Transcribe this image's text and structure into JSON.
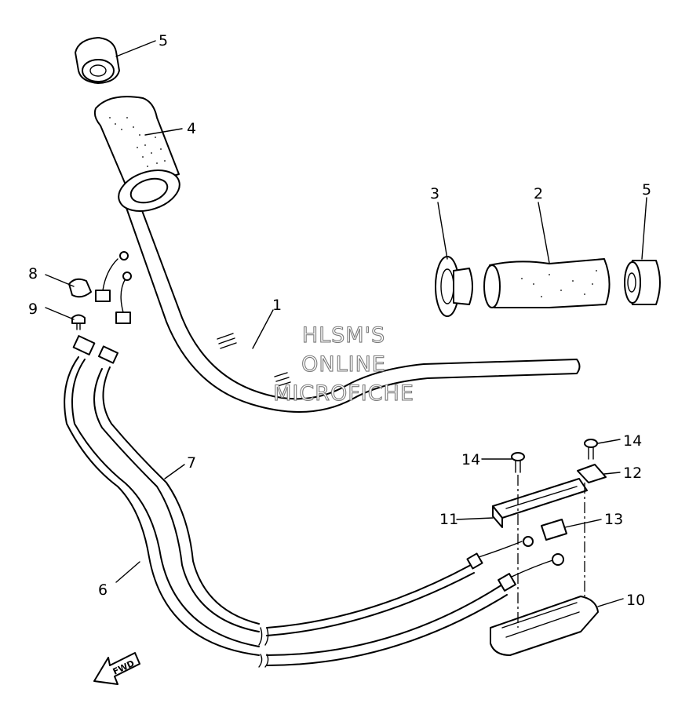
{
  "callouts": {
    "c1": "1",
    "c2": "2",
    "c3": "3",
    "c4": "4",
    "c5a": "5",
    "c5b": "5",
    "c6": "6",
    "c7": "7",
    "c8": "8",
    "c9": "9",
    "c10": "10",
    "c11": "11",
    "c12": "12",
    "c13": "13",
    "c14a": "14",
    "c14b": "14"
  },
  "watermark": {
    "line1": "HLSM'S",
    "line2": "ONLINE",
    "line3": "MICROFICHE"
  },
  "fwd_label": "FWD"
}
